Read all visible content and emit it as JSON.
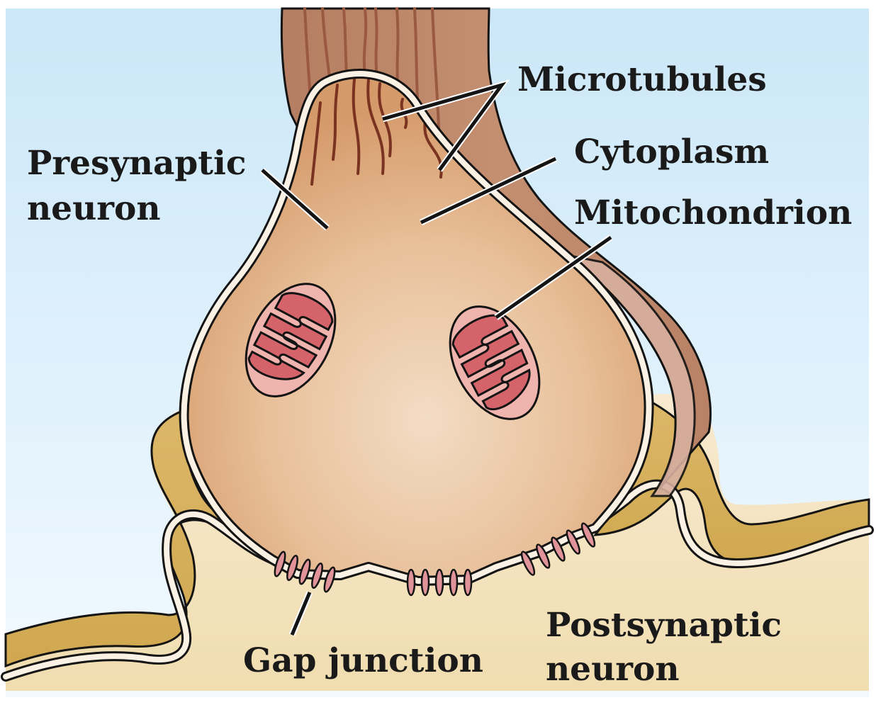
{
  "figure": {
    "type": "anatomical-diagram",
    "subject": "Electrical synapse (gap junction) between two neurons"
  },
  "labels": {
    "presynaptic": {
      "line1": "Presynaptic",
      "line2": "neuron"
    },
    "microtubules": "Microtubules",
    "cytoplasm": "Cytoplasm",
    "mitochondrion": "Mitochondrion",
    "gap_junction": "Gap junction",
    "postsynaptic": {
      "line1": "Postsynaptic",
      "line2": "neuron"
    }
  },
  "colors": {
    "background_top": "#cde8f8",
    "background_bottom": "#eef8ff",
    "axon": "#bf8a6e",
    "microtubule": "#7a3320",
    "terminal_cytoplasm": "#d9a377",
    "terminal_center": "#f0d4b8",
    "membrane": "#fbf1e4",
    "postsynaptic_fill": "#f7e7c4",
    "postsynaptic_shadow": "#d7b25c",
    "mito_outer": "#eeb0aa",
    "mito_matrix": "#d5646a",
    "connexon": "#e0949a",
    "outline": "#141414",
    "leader": "#141414"
  },
  "counts": {
    "mitochondria": 2,
    "gap_junction_clusters": 3,
    "connexons_per_cluster": 5
  }
}
